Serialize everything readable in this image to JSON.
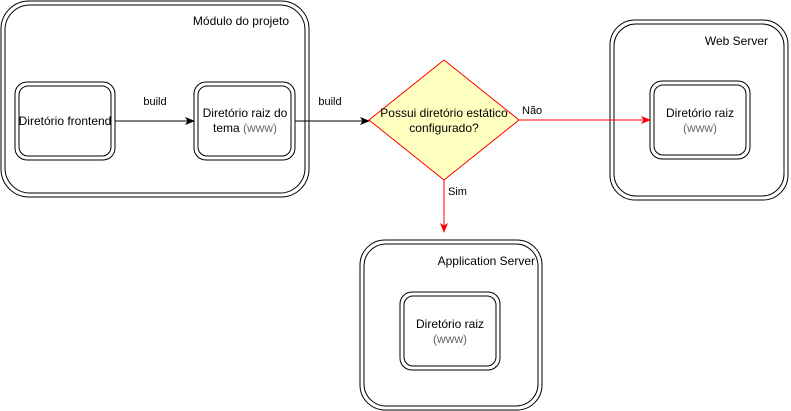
{
  "colors": {
    "stroke": "#000000",
    "decision_fill": "#ffffc0",
    "decision_stroke": "#ff0000",
    "red_edge": "#ff0000",
    "muted_text": "#666666"
  },
  "containers": {
    "project_module": {
      "title": "Módulo do projeto"
    },
    "web_server": {
      "title": "Web Server"
    },
    "application_server": {
      "title": "Application Server"
    }
  },
  "nodes": {
    "frontend_dir": {
      "label": "Diretório frontend"
    },
    "theme_root": {
      "line1": "Diretório raiz do",
      "line2_a": "tema ",
      "line2_b": "(www)"
    },
    "decision": {
      "line1": "Possui diretório estático",
      "line2": "configurado?"
    },
    "web_root": {
      "line1": "Diretório raiz",
      "line2": "(www)"
    },
    "app_root": {
      "line1": "Diretório raiz",
      "line2": "(www)"
    }
  },
  "edges": {
    "build_1": {
      "label": "build"
    },
    "build_2": {
      "label": "build"
    },
    "nao": {
      "label": "Não"
    },
    "sim": {
      "label": "Sim"
    }
  }
}
